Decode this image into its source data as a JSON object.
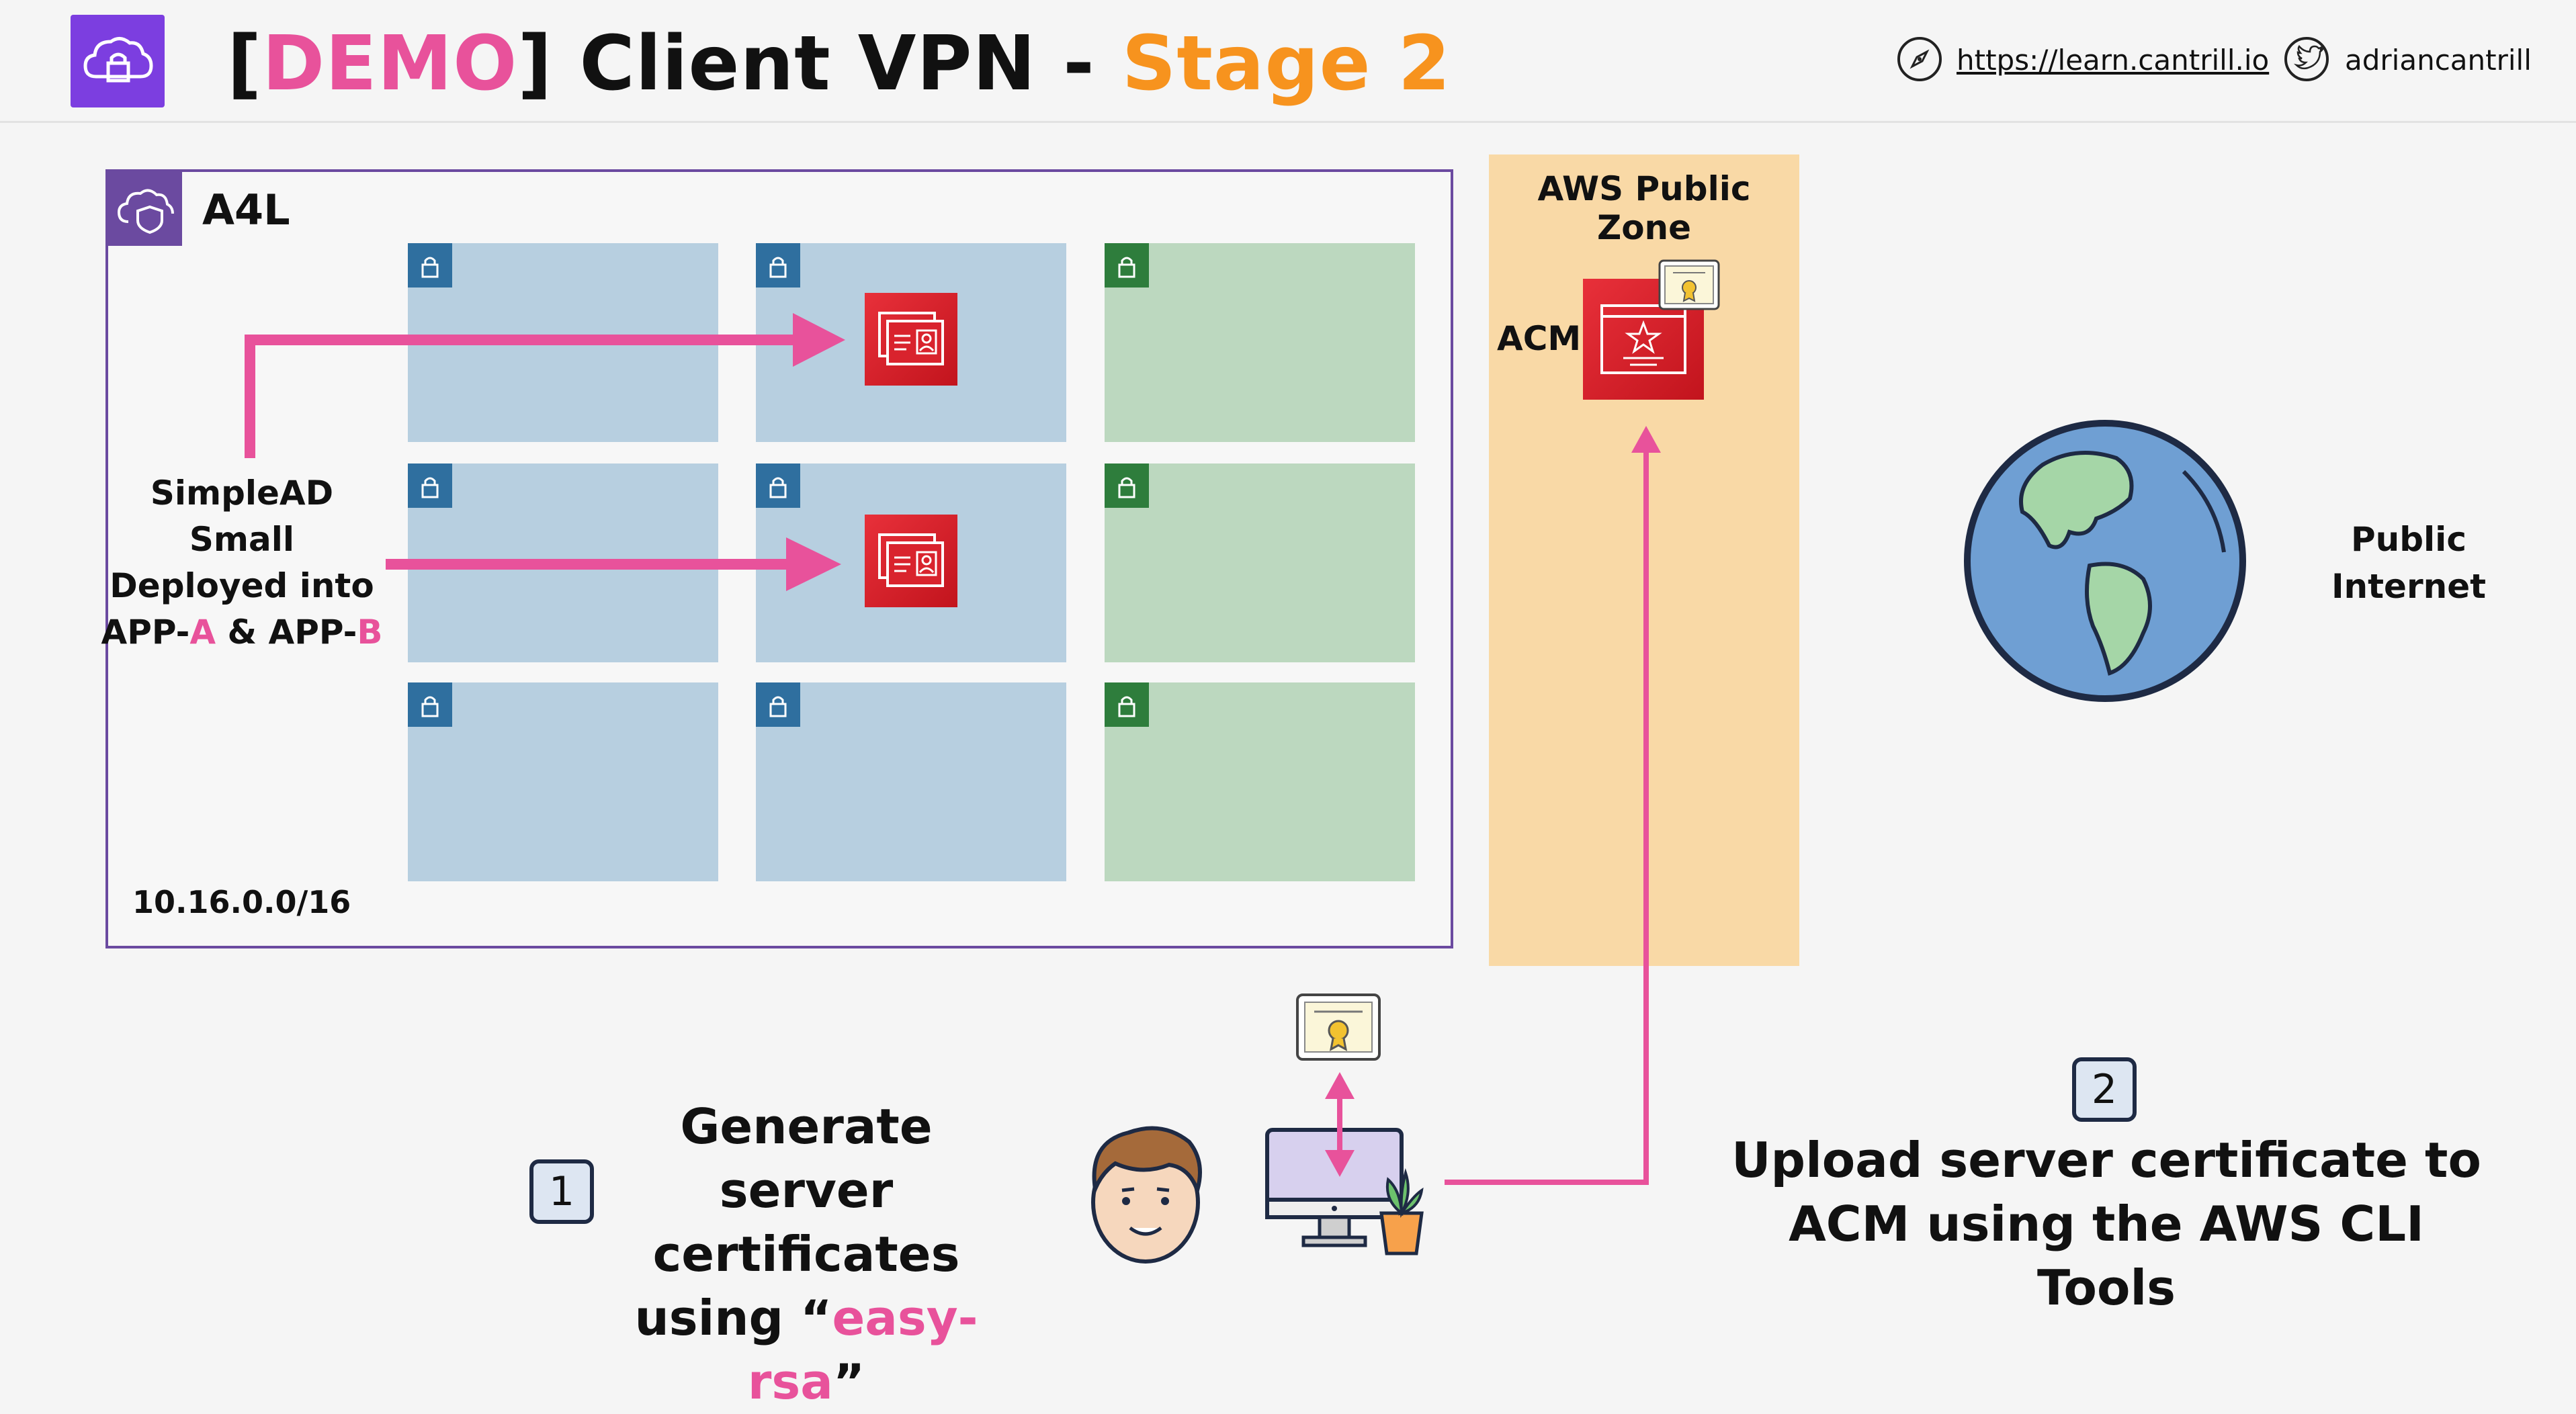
{
  "header": {
    "title_bracket_open": "[",
    "title_demo": "DEMO",
    "title_bracket_close": "]",
    "title_main": " Client VPN - ",
    "title_stage": "Stage 2",
    "link_url": "https://learn.cantrill.io",
    "twitter_handle": "adriancantrill"
  },
  "vpc": {
    "name": "A4L",
    "cidr": "10.16.0.0/16"
  },
  "simplead": {
    "line1": "SimpleAD",
    "line2": "Small",
    "line3": "Deployed into",
    "app_prefix": "APP-",
    "app_a": "A",
    "amp": " & APP-",
    "app_b": "B"
  },
  "public_zone": {
    "label": "AWS Public Zone",
    "acm_label": "ACM"
  },
  "internet": {
    "line1": "Public",
    "line2": "Internet"
  },
  "steps": {
    "step1_number": "1",
    "step1_line1": "Generate server",
    "step1_line2": "certificates",
    "step1_line3_prefix": "using “",
    "step1_tool": "easy-rsa",
    "step1_line3_suffix": "”",
    "step2_number": "2",
    "step2_line1": "Upload server certificate to",
    "step2_line2": "ACM using the AWS CLI Tools"
  },
  "colors": {
    "accent_pink": "#e8529b",
    "accent_orange": "#f7931e",
    "vpc_border": "#6b4aa0",
    "private_subnet": "#b7cfe0",
    "public_subnet": "#bcd8bf",
    "public_zone": "#f9d9a6",
    "aws_red": "#d9232d"
  },
  "icons": {
    "logo": "client-vpn-cloud-lock-icon",
    "link": "compass-icon",
    "twitter": "twitter-bird-icon",
    "vpc": "vpc-cloud-shield-icon",
    "subnet": "padlock-icon",
    "directory": "directory-service-icon",
    "acm": "certificate-manager-icon",
    "certificate": "certificate-icon",
    "globe": "globe-icon",
    "person": "person-face-icon",
    "computer": "desktop-computer-icon"
  }
}
